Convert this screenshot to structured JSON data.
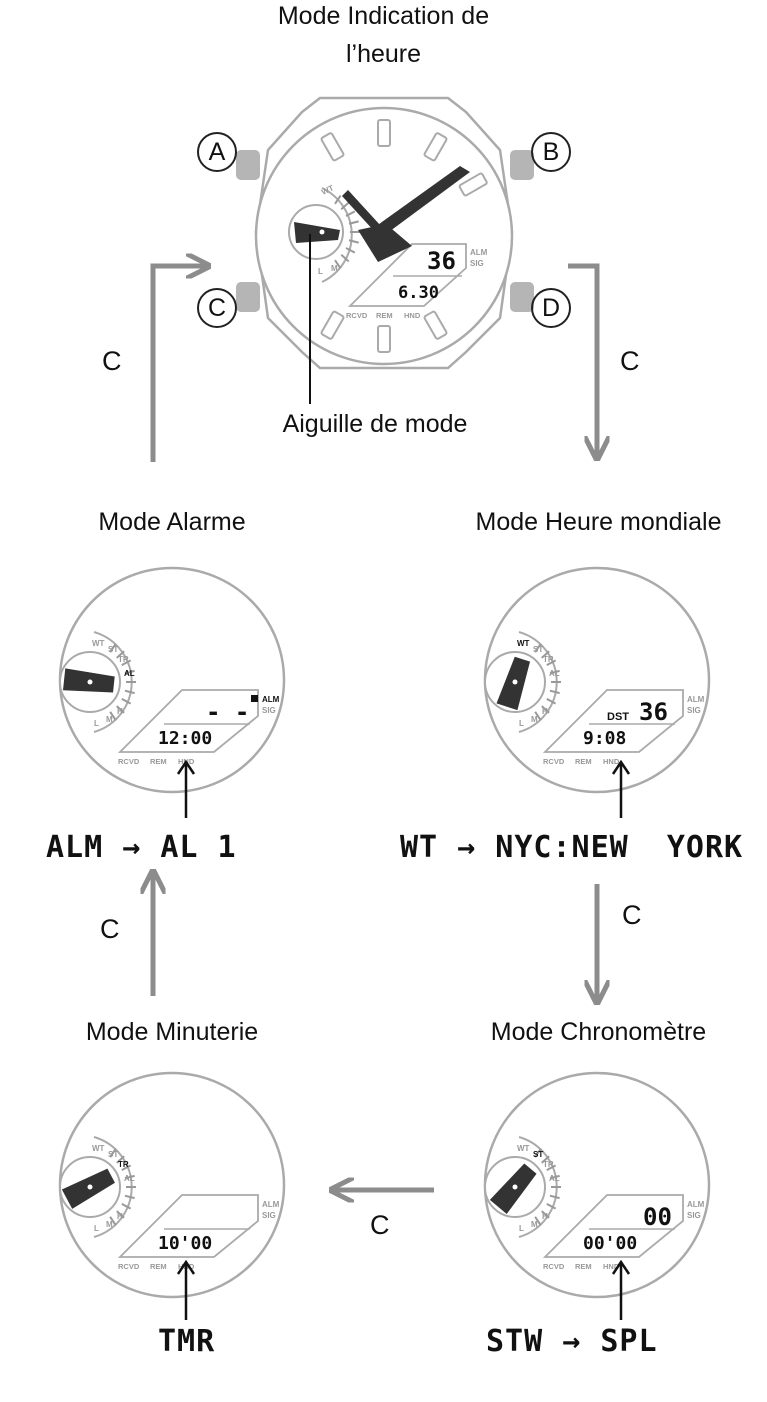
{
  "title_line1": "Mode Indication de",
  "title_line2": "l’heure",
  "buttons": {
    "a": "A",
    "b": "B",
    "c": "C",
    "d": "D"
  },
  "mode_hand_label": "Aiguille de mode",
  "press_label": "C",
  "modes": {
    "timekeeping": {
      "lcd_seconds": "36",
      "lcd_date": "6.30"
    },
    "world_time": {
      "title": "Mode Heure mondiale",
      "lcd_prefix": "DST",
      "lcd_top": "36",
      "lcd_bottom": "9:08",
      "sequence": "WT → NYC:NEW  YORK"
    },
    "stopwatch": {
      "title": "Mode Chronomètre",
      "lcd_top": "00",
      "lcd_bottom": "00'00",
      "sequence": "STW → SPL"
    },
    "timer": {
      "title": "Mode Minuterie",
      "lcd_bottom": "10'00",
      "sequence": "TMR"
    },
    "alarm": {
      "title": "Mode Alarme",
      "lcd_top": "- -",
      "lcd_bottom": "12:00",
      "sequence": "ALM → AL 1"
    }
  },
  "dial_text": {
    "wt": "WT",
    "st": "ST",
    "tr": "TR",
    "al": "AL",
    "l": "L",
    "m": "M",
    "h": "H",
    "alm": "ALM",
    "sig": "SIG",
    "rcvd": "RCVD",
    "rem": "REM",
    "hnd": "HND"
  },
  "colors": {
    "outline": "#aaaaaa",
    "arrow": "#8c8c8c",
    "hand": "#333333",
    "ink": "#111111"
  }
}
